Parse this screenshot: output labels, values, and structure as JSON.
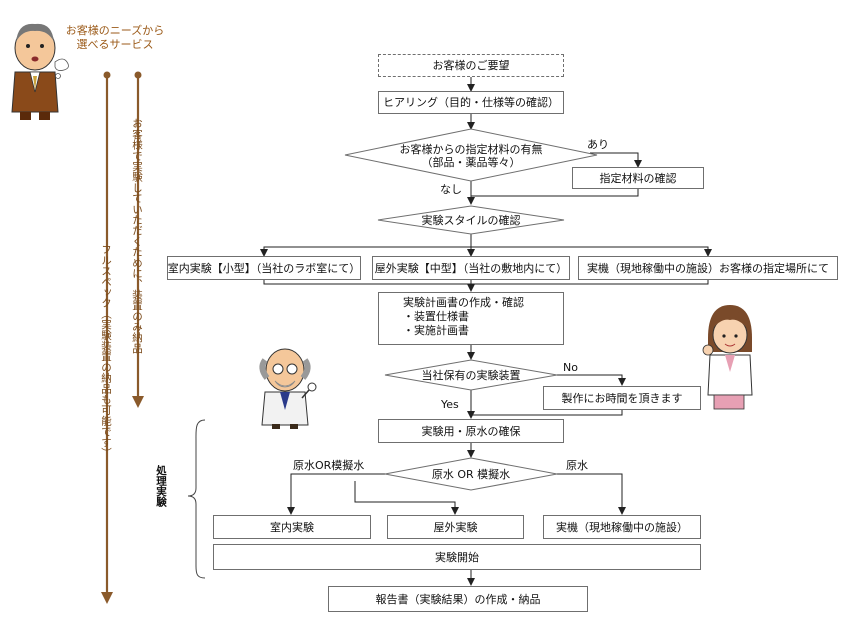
{
  "note": {
    "line1": "お客様のニーズから",
    "line2": "選べるサービス"
  },
  "side": {
    "full_spec": "フルスペック（実験装置の納品も可能です）",
    "device_only": "お客様で実験していただくために、装置のみ納品",
    "treatment_experiment": "処理実験"
  },
  "flow": {
    "request": "お客様のご要望",
    "hearing": "ヒアリング（目的・仕様等の確認）",
    "material_decision_l1": "お客様からの指定材料の有無",
    "material_decision_l2": "（部品・薬品等々）",
    "label_yes_material": "あり",
    "label_no_material": "なし",
    "material_check": "指定材料の確認",
    "style_check": "実験スタイルの確認",
    "indoor_small": "室内実験【小型】（当社のラボ室にて）",
    "outdoor_medium": "屋外実験【中型】（当社の敷地内にて）",
    "onsite_machine": "実機（現地稼働中の施設）お客様の指定場所にて",
    "plan_title": "実験計画書の作成・確認",
    "plan_item1": "・装置仕様書",
    "plan_item2": "・実施計画書",
    "equip_decision": "当社保有の実験装置",
    "label_no": "No",
    "label_yes": "Yes",
    "manufacture_time": "製作にお時間を頂きます",
    "water_secure": "実験用・原水の確保",
    "water_decision": "原水 OR 模擬水",
    "label_raw_or_sim": "原水OR模擬水",
    "label_raw": "原水",
    "indoor_exp": "室内実験",
    "outdoor_exp": "屋外実験",
    "onsite_exp": "実機（現地稼働中の施設）",
    "start": "実験開始",
    "report": "報告書（実験結果）の作成・納品"
  }
}
